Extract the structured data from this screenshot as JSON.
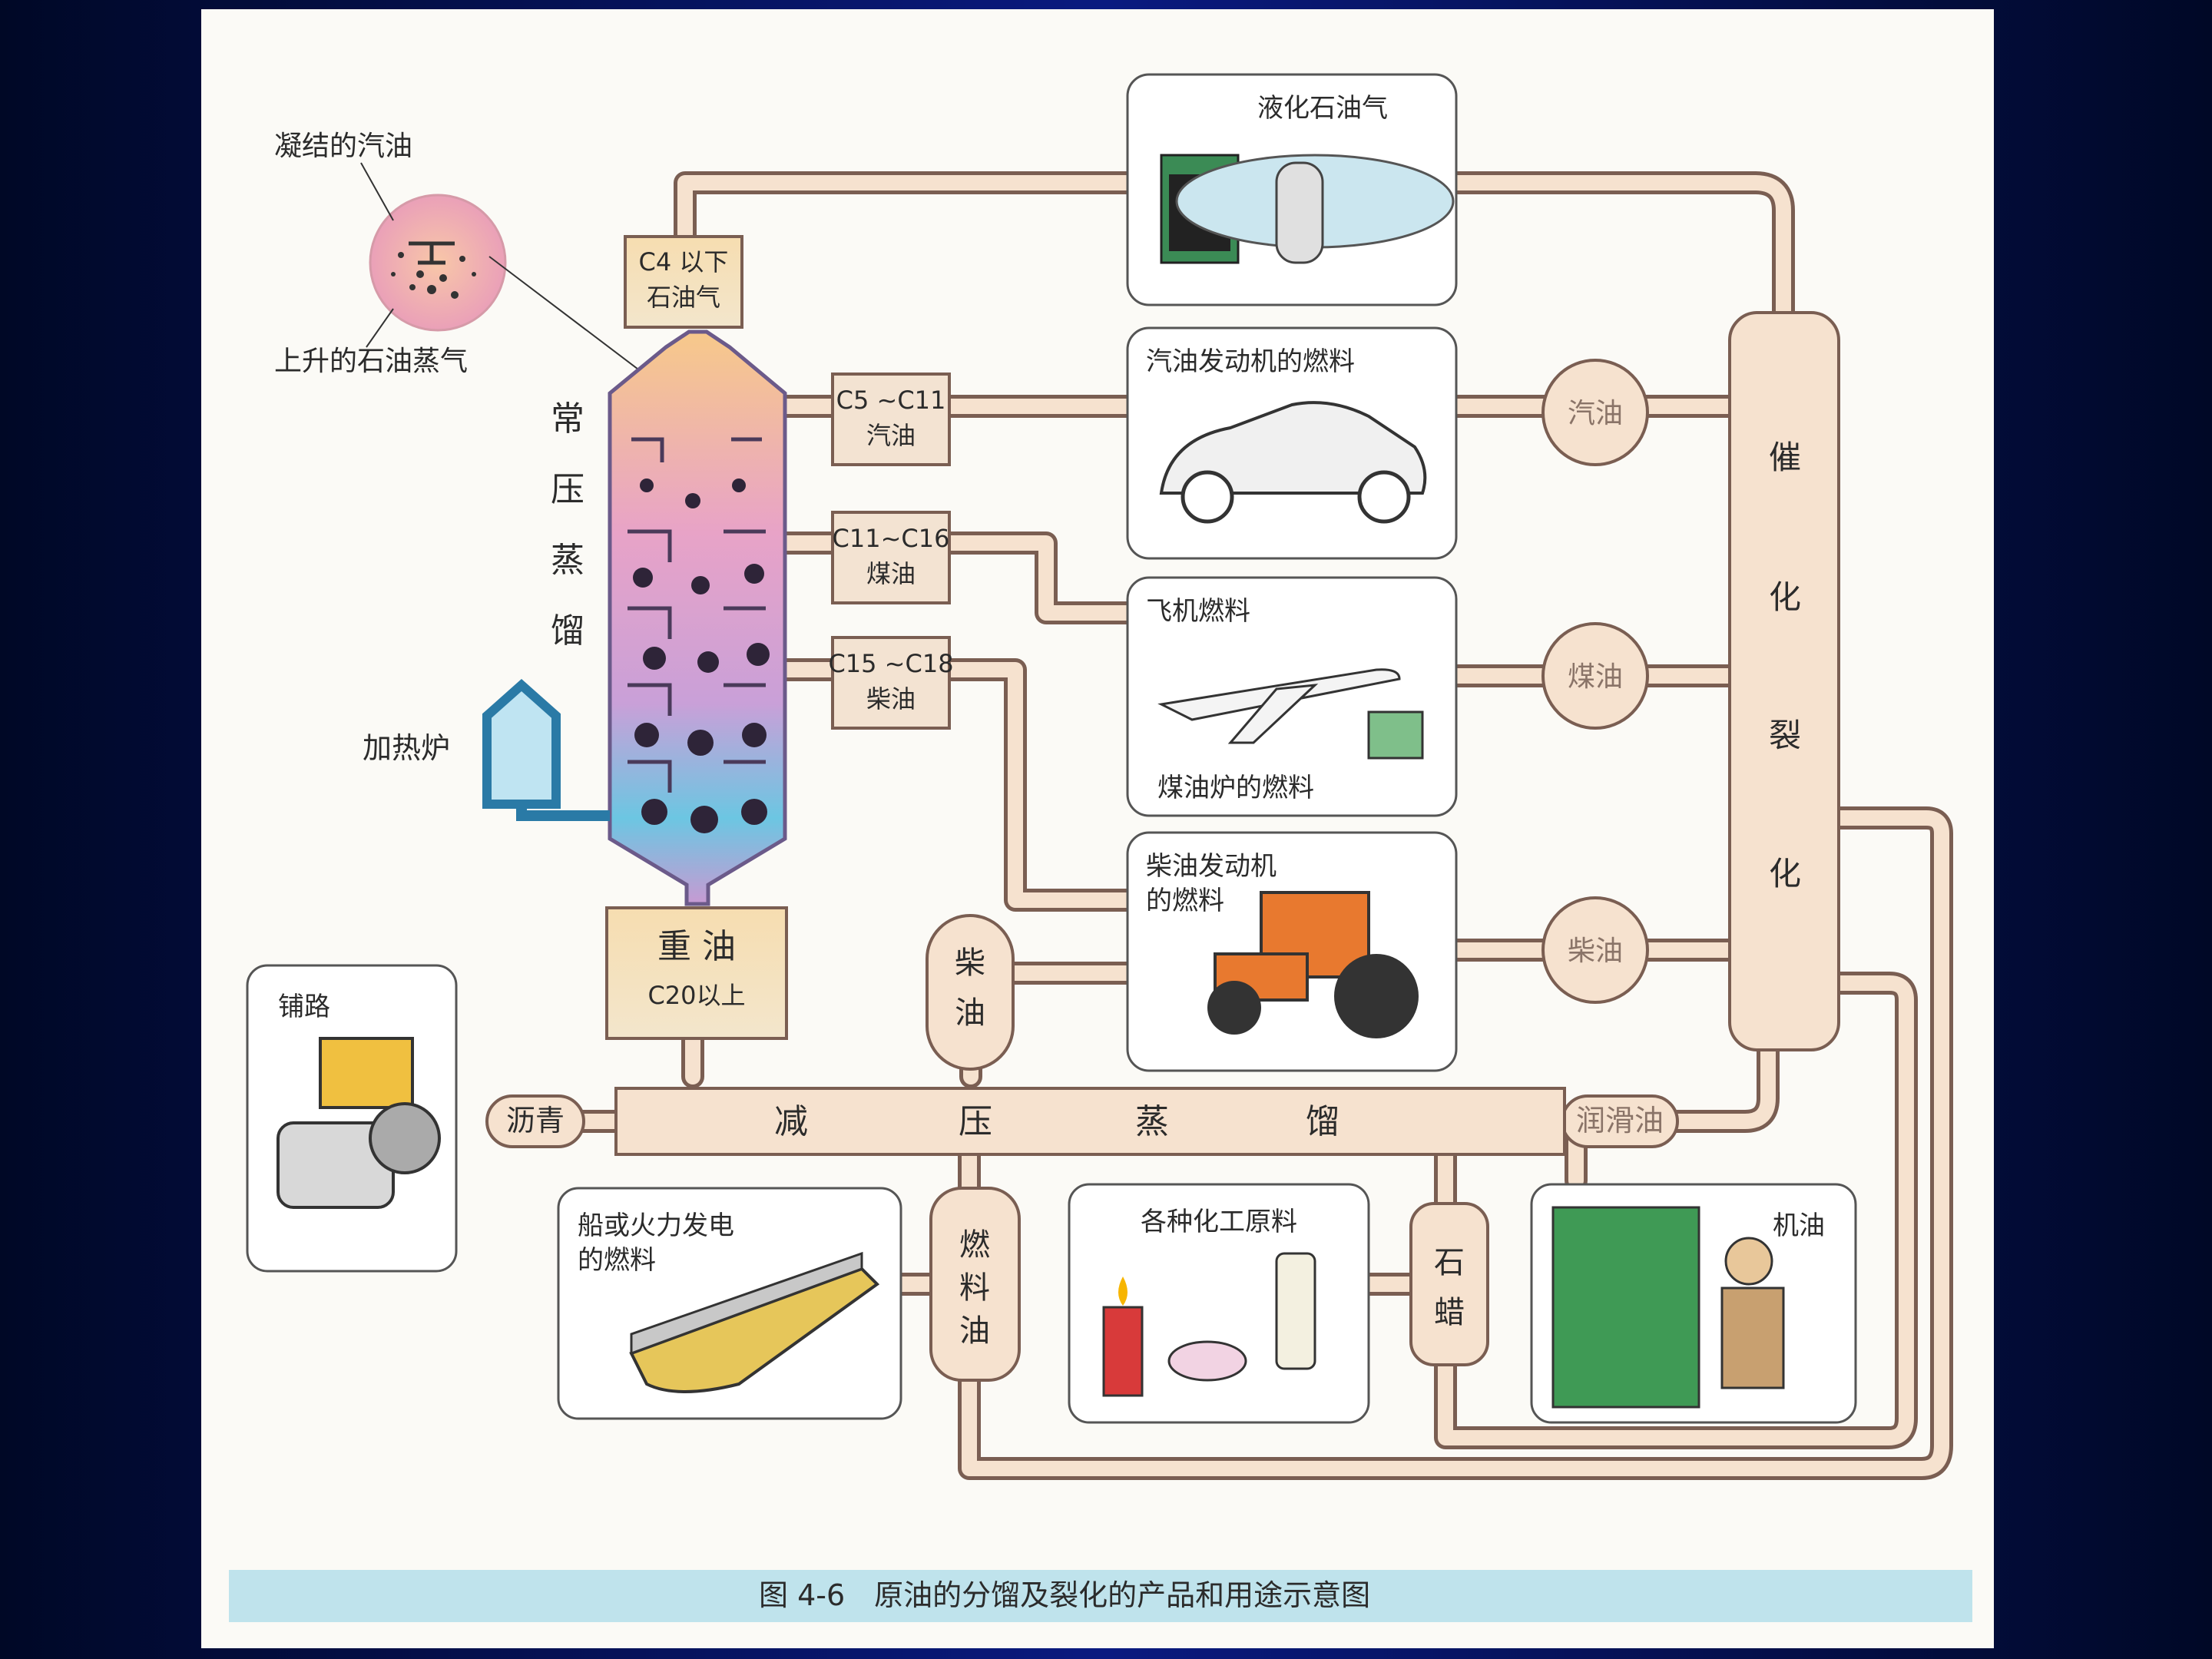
{
  "diagram": {
    "inset": {
      "top": "凝结的汽油",
      "bottom": "上升的石油蒸气"
    },
    "column": {
      "title_chars": [
        "常",
        "压",
        "蒸",
        "馏"
      ]
    },
    "furnace": "加热炉",
    "fractions": [
      {
        "id": "c4",
        "line1": "C4 以下",
        "line2": "石油气"
      },
      {
        "id": "c5",
        "line1": "C5 ~C11",
        "line2": "汽油"
      },
      {
        "id": "c11",
        "line1": "C11~C16",
        "line2": "煤油"
      },
      {
        "id": "c15",
        "line1": "C15 ~C18",
        "line2": "柴油"
      },
      {
        "id": "heavy",
        "line1": "重 油",
        "line2": "C20以上"
      }
    ],
    "products": {
      "lpg": "液化石油气",
      "gasoline_engine": "汽油发动机的燃料",
      "aircraft": "飞机燃料",
      "kerosene_stove": "煤油炉的燃料",
      "diesel_engine_1": "柴油发动机",
      "diesel_engine_2": "的燃料",
      "road": "铺路",
      "ship_1": "船或火力发电",
      "ship_2": "的燃料",
      "chemical": "各种化工原料",
      "engine_oil": "机油"
    },
    "cracking": {
      "chars": [
        "催",
        "化",
        "裂",
        "化"
      ]
    },
    "cracking_outputs": {
      "gasoline": "汽油",
      "kerosene": "煤油",
      "diesel": "柴油",
      "lube": "润滑油"
    },
    "vacuum": {
      "chars": [
        "减",
        "压",
        "蒸",
        "馏"
      ]
    },
    "vacuum_outputs": {
      "asphalt": "沥青",
      "diesel_chars": [
        "柴",
        "油"
      ],
      "fuel_chars": [
        "燃",
        "料",
        "油"
      ],
      "wax_chars": [
        "石",
        "蜡"
      ]
    },
    "caption": "图 4-6　原油的分馏及裂化的产品和用途示意图"
  }
}
